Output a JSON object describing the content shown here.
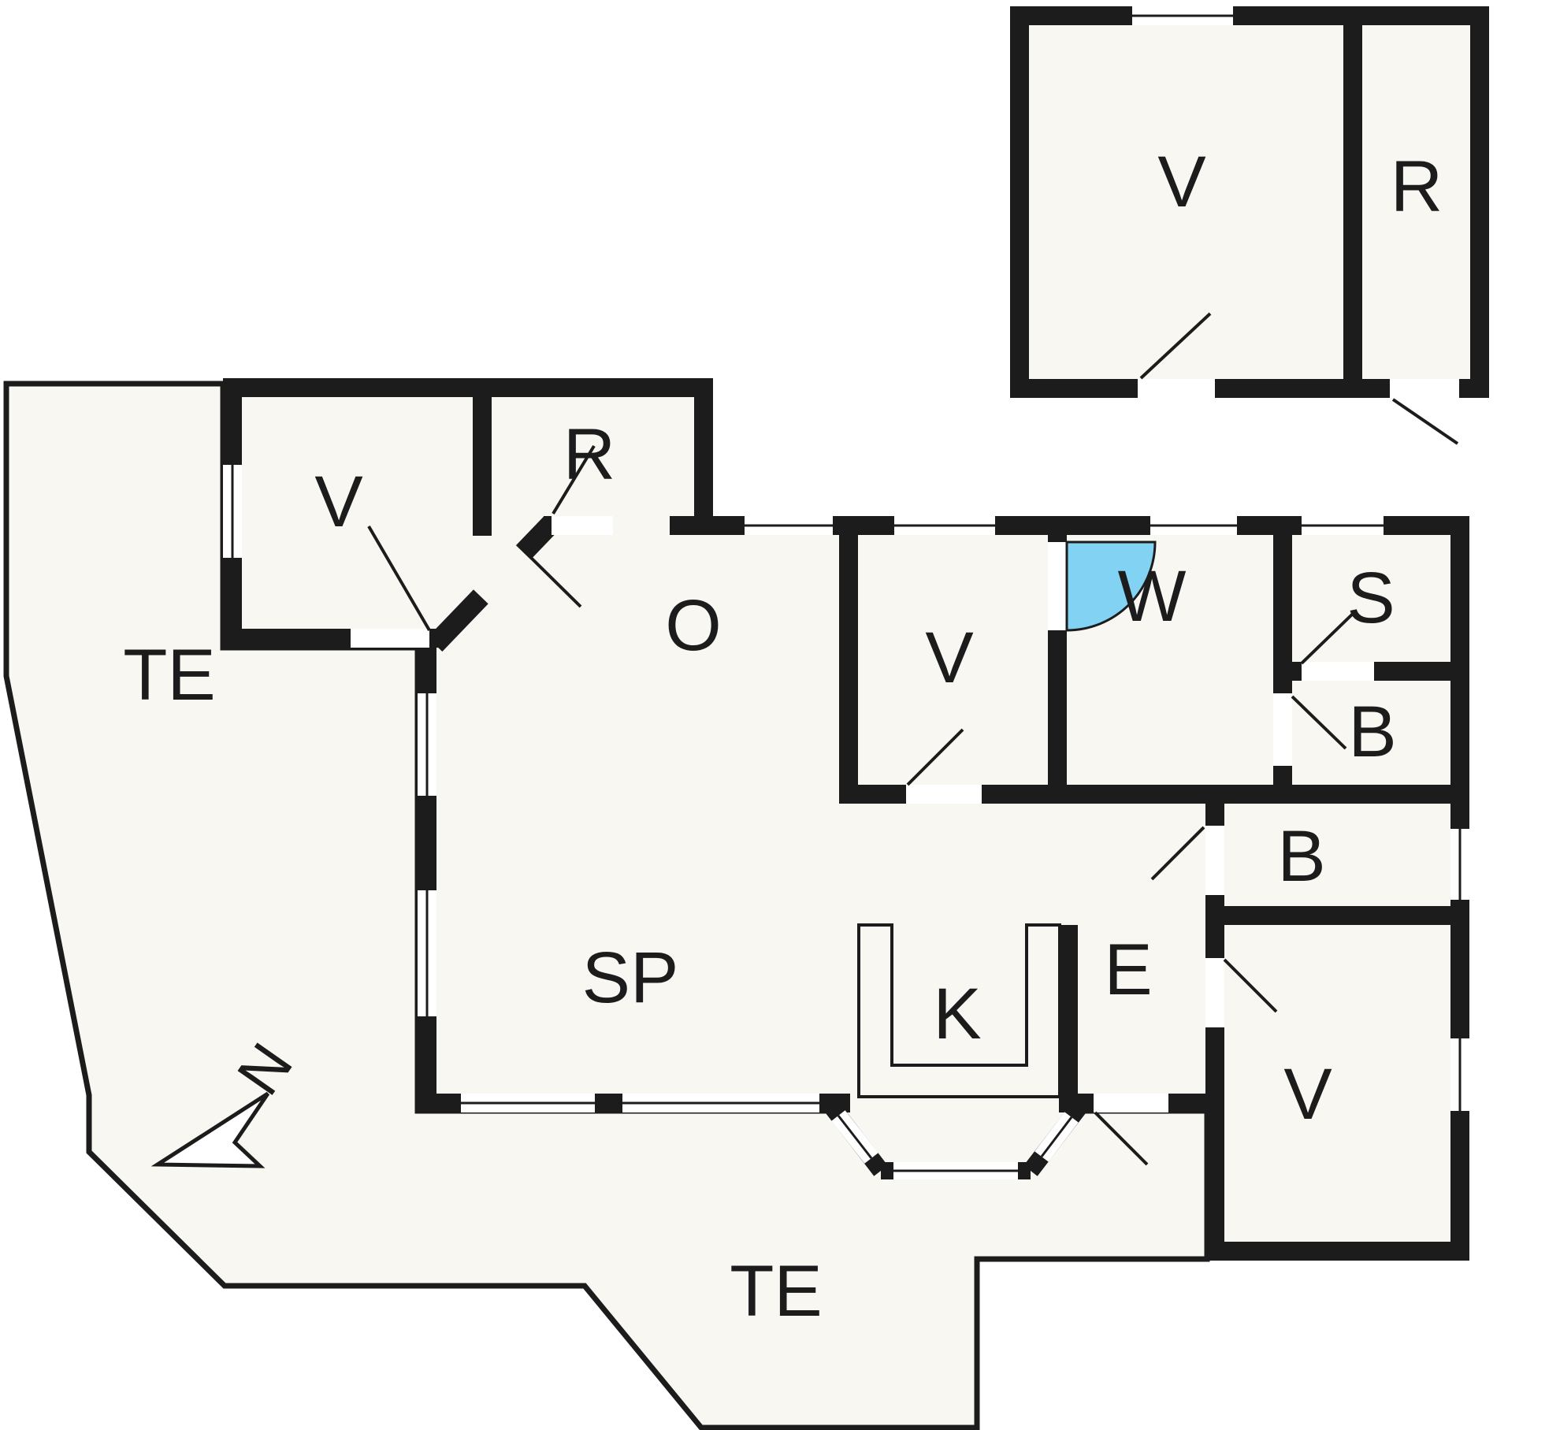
{
  "plan": {
    "type": "floor-plan",
    "rooms": [
      {
        "id": "terrace-left",
        "label": "TE"
      },
      {
        "id": "terrace-bottom",
        "label": "TE"
      },
      {
        "id": "bedroom-nw",
        "label": "V"
      },
      {
        "id": "storage-nw",
        "label": "R"
      },
      {
        "id": "living-room",
        "label": "O"
      },
      {
        "id": "dining-room",
        "label": "SP"
      },
      {
        "id": "bedroom-mid",
        "label": "V"
      },
      {
        "id": "wc",
        "label": "W"
      },
      {
        "id": "sauna",
        "label": "S"
      },
      {
        "id": "bath-upper",
        "label": "B"
      },
      {
        "id": "bath-lower",
        "label": "B"
      },
      {
        "id": "entry",
        "label": "E"
      },
      {
        "id": "kitchen",
        "label": "K"
      },
      {
        "id": "bedroom-se",
        "label": "V"
      },
      {
        "id": "annex-room",
        "label": "V"
      },
      {
        "id": "annex-storage",
        "label": "R"
      },
      {
        "id": "north-mark",
        "label": "N"
      }
    ],
    "colors": {
      "wall": "#1c1c1c",
      "floor": "#f8f7f2",
      "door_swing_highlight": "#82d2f4",
      "background": "#ffffff"
    }
  }
}
